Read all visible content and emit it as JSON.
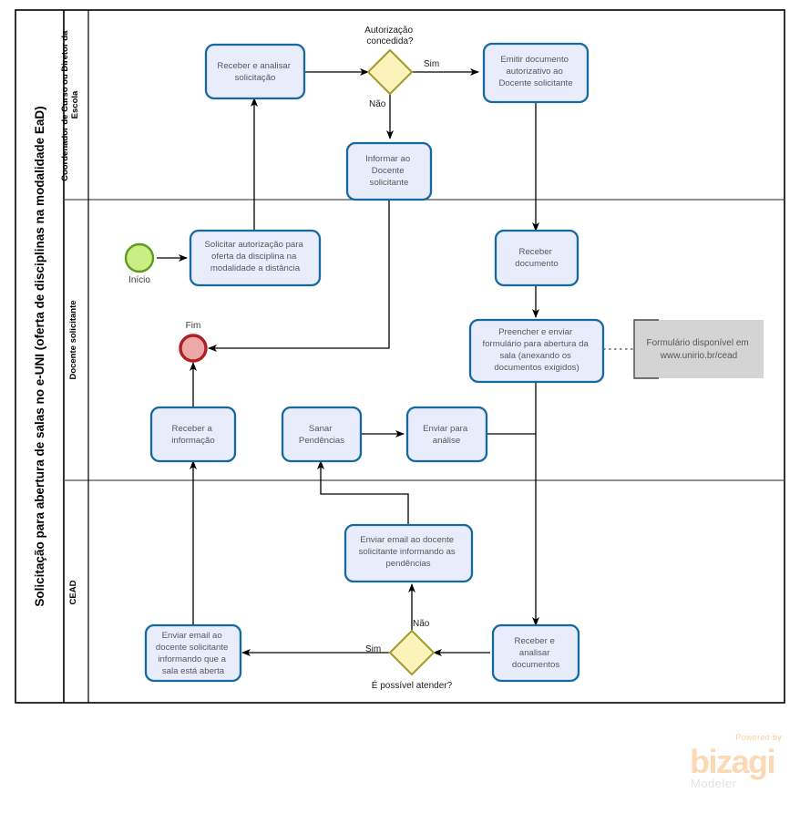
{
  "pool": {
    "title": "Solicitação para abertura de salas no e-UNI (oferta de disciplinas na modalidade EaD)",
    "lanes": [
      {
        "id": "lane-coordenador",
        "label": "Coordenador de Curso ou Diretor da Escola"
      },
      {
        "id": "lane-docente",
        "label": "Docente  solicitante"
      },
      {
        "id": "lane-cead",
        "label": "CEAD"
      }
    ]
  },
  "events": [
    {
      "id": "start-event",
      "label": "Início",
      "type": "start",
      "fill": "#c8ee84",
      "stroke": "#5f9b1e"
    },
    {
      "id": "end-event",
      "label": "Fim",
      "type": "end",
      "fill": "#eda9a7",
      "stroke": "#b01f24"
    }
  ],
  "tasks": [
    {
      "id": "task-receber-analisar-solicitacao",
      "lines": [
        "Receber  e analisar",
        "solicitação"
      ]
    },
    {
      "id": "task-emitir-documento",
      "lines": [
        "Emitir documento",
        "autorizativo ao",
        "Docente solicitante"
      ]
    },
    {
      "id": "task-informar-docente",
      "lines": [
        "Informar ao",
        "Docente",
        "solicitante"
      ]
    },
    {
      "id": "task-solicitar-autorizacao",
      "lines": [
        "Solicitar autorização para",
        "oferta da disciplina na",
        "modalidade a distância"
      ]
    },
    {
      "id": "task-receber-documento",
      "lines": [
        "Receber",
        "documento"
      ]
    },
    {
      "id": "task-preencher-enviar-formulario",
      "lines": [
        "Preencher e enviar",
        "formulário para abertura da",
        "sala (anexando os",
        "documentos exigidos)"
      ]
    },
    {
      "id": "task-receber-informacao",
      "lines": [
        "Receber a",
        "informação"
      ]
    },
    {
      "id": "task-sanar-pendencias",
      "lines": [
        "Sanar",
        "Pendências"
      ]
    },
    {
      "id": "task-enviar-para-analise",
      "lines": [
        "Enviar para",
        "análise"
      ]
    },
    {
      "id": "task-enviar-email-pendencias",
      "lines": [
        "Enviar email ao docente",
        "solicitante informando as",
        "pendências"
      ]
    },
    {
      "id": "task-enviar-email-sala-aberta",
      "lines": [
        "Enviar email ao",
        "docente solicitante",
        "informando que a",
        "sala está aberta"
      ]
    },
    {
      "id": "task-receber-analisar-documentos",
      "lines": [
        "Receber e",
        "analisar",
        "documentos"
      ]
    }
  ],
  "gateways": [
    {
      "id": "gateway-autorizacao",
      "question_lines": [
        "Autorização",
        "concedida?"
      ],
      "outcomes": [
        "Sim",
        "Não"
      ]
    },
    {
      "id": "gateway-possivel-atender",
      "question_lines": [
        "É possível atender?"
      ],
      "outcomes": [
        "Sim",
        "Não"
      ]
    }
  ],
  "flow_labels": {
    "sim_autorizacao": "Sim",
    "nao_autorizacao": "Não",
    "sim_atender": "Sim",
    "nao_atender": "Não"
  },
  "annotation": {
    "id": "annotation-formulario",
    "lines": [
      "Formulário disponível em",
      "www.unirio.br/cead"
    ]
  },
  "branding": {
    "powered_by": "Powered by",
    "name": "bizagi",
    "product": "Modeler"
  },
  "colors": {
    "task_fill": "#e9ecfa",
    "task_stroke": "#16699e",
    "gateway_fill": "#fbf3ba",
    "gateway_stroke": "#a09a2c",
    "annotation_fill": "#d4d4d4",
    "annotation_stroke": "#4a4a4a",
    "lane_stroke": "#4d4d4d",
    "flow_stroke": "#000000"
  }
}
